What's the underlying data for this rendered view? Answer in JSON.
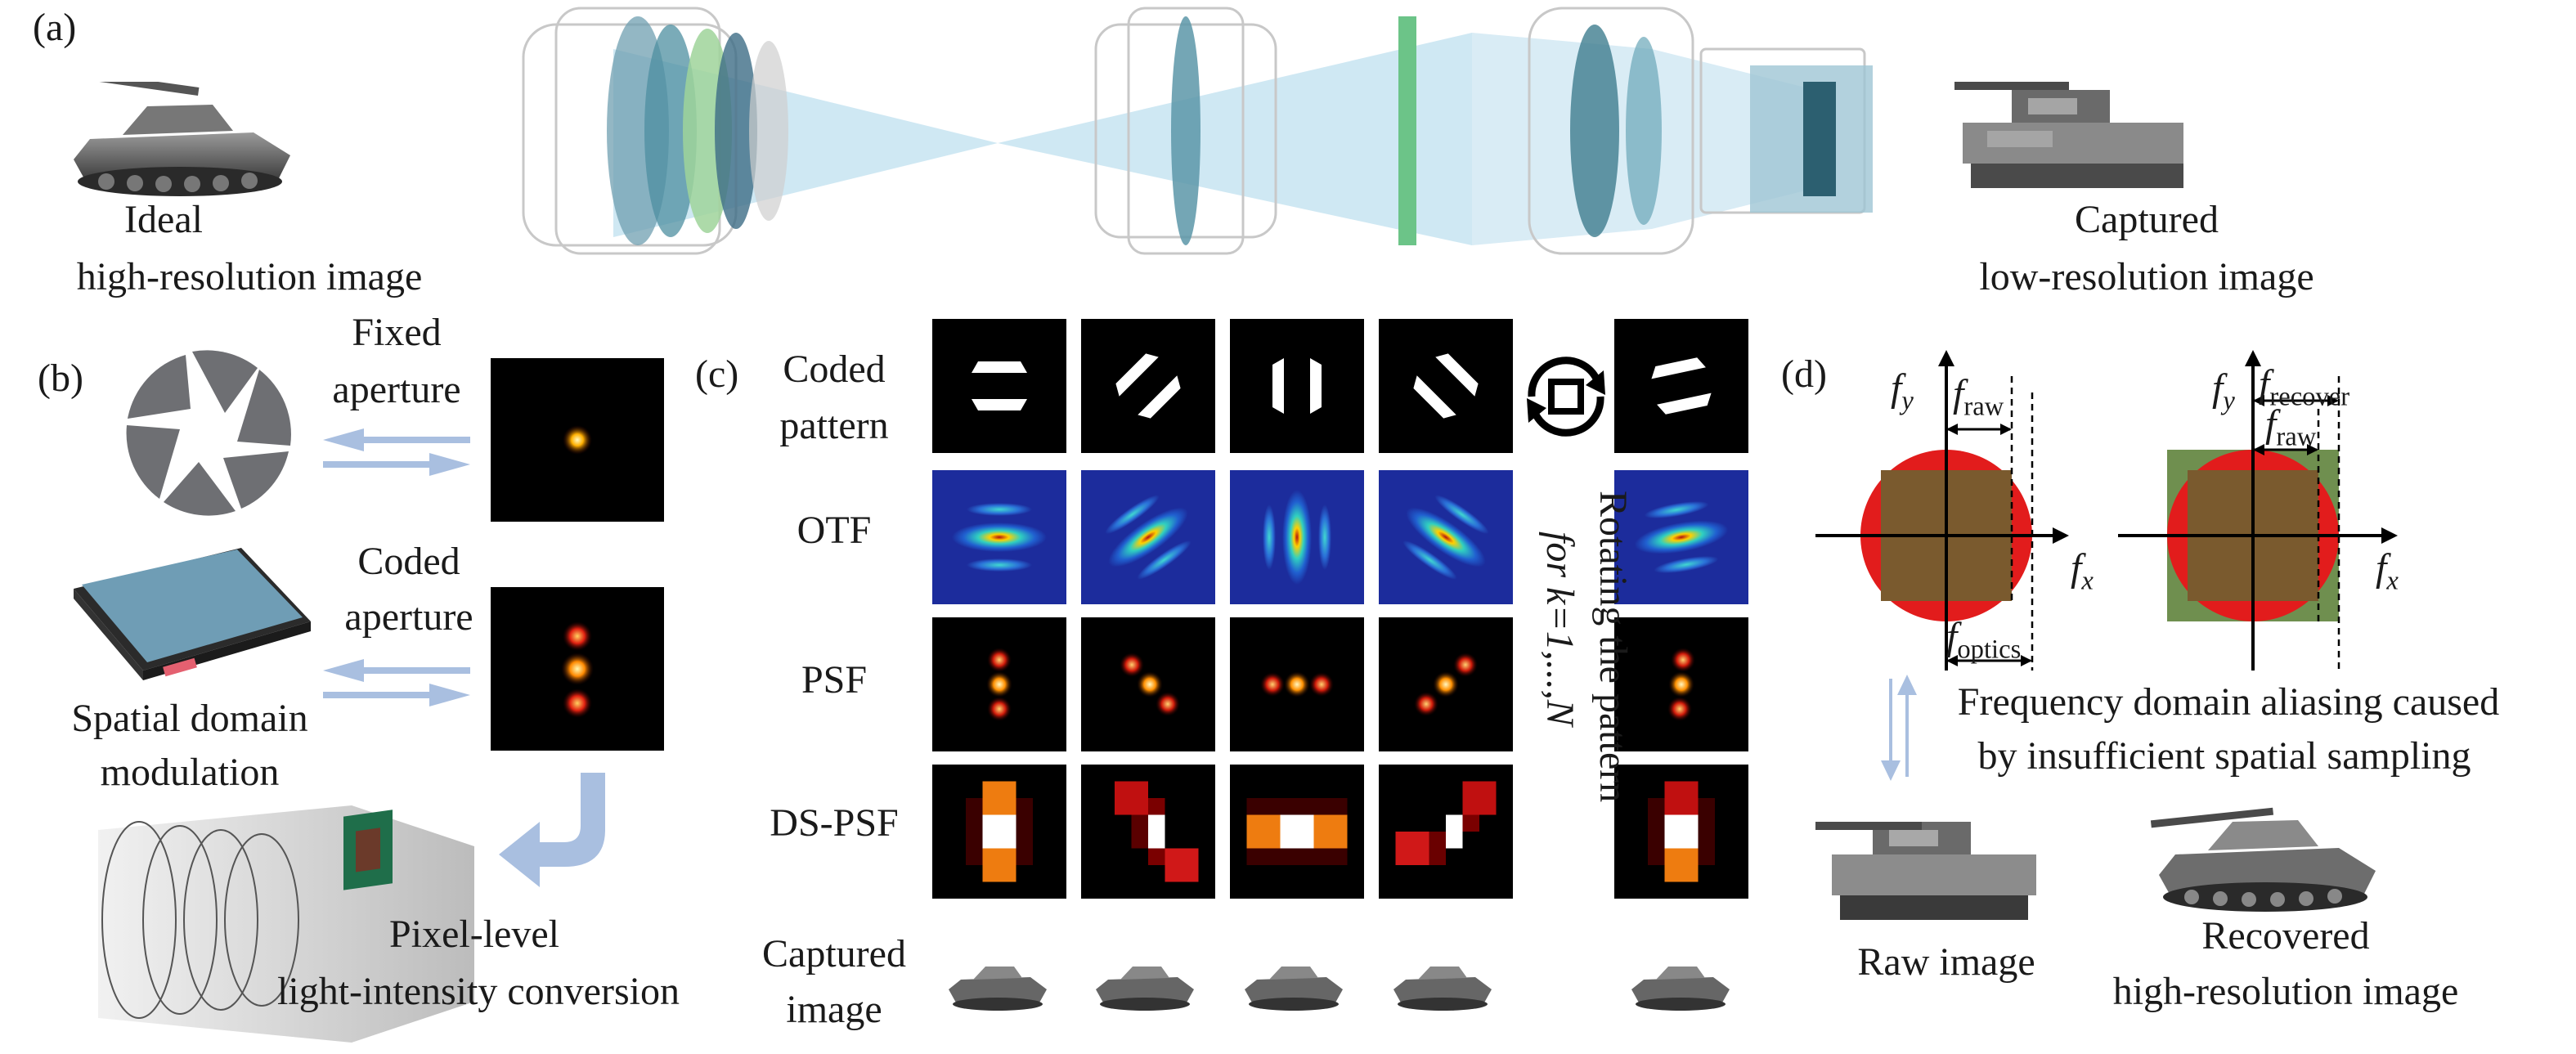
{
  "panels": {
    "a": {
      "tag": "(a)",
      "ideal_label_1": "Ideal",
      "ideal_label_2": "high-resolution image",
      "captured_label_1": "Captured",
      "captured_label_2": "low-resolution image"
    },
    "b": {
      "tag": "(b)",
      "fixed_1": "Fixed",
      "fixed_2": "aperture",
      "coded_1": "Coded",
      "coded_2": "aperture",
      "spatial_1": "Spatial domain",
      "spatial_2": "modulation",
      "pixel_1": "Pixel-level",
      "pixel_2": "light-intensity conversion"
    },
    "c": {
      "tag": "(c)",
      "rows": [
        "Coded pattern",
        "OTF",
        "PSF",
        "DS-PSF",
        "Captured image"
      ],
      "row_coded_1": "Coded",
      "row_coded_2": "pattern",
      "row_captured_1": "Captured",
      "row_captured_2": "image",
      "rotating_text": "Rotating the pattern",
      "for_text": "for k=1,...,N"
    },
    "d": {
      "tag": "(d)",
      "fy": "f",
      "fy_sub": "y",
      "fx": "f",
      "fx_sub": "x",
      "f_raw_sub": "raw",
      "f_recover_sub": "recover",
      "f_optics_sub": "optics",
      "aliasing_1": "Frequency domain aliasing caused",
      "aliasing_2": "by insufficient spatial sampling",
      "raw_label": "Raw image",
      "recovered_1": "Recovered",
      "recovered_2": "high-resolution image"
    }
  },
  "colors": {
    "beam": "#bfe0ef",
    "red_disk": "#e21c1c",
    "brown_square": "#7a5a2e",
    "green_square": "#6f8f4f",
    "arrow_blue": "#a9bfe0"
  }
}
